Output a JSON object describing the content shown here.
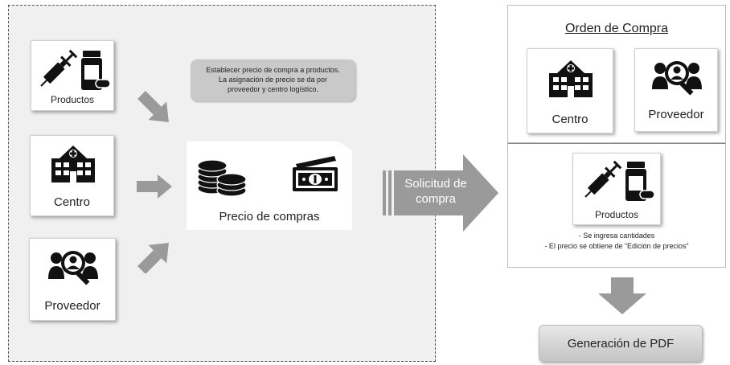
{
  "left": {
    "productos_label": "Productos",
    "centro_label": "Centro",
    "proveedor_label": "Proveedor",
    "note_lines": [
      "Establecer precio de compra a productos.",
      "La asignación de precio se da por",
      "proveedor y centro logístico."
    ],
    "precio_label": "Precio de compras"
  },
  "flow_arrow": {
    "line1": "Solicitud de",
    "line2": "compra"
  },
  "orden": {
    "title": "Orden de Compra",
    "centro_label": "Centro",
    "proveedor_label": "Proveedor",
    "productos_label": "Productos",
    "notes": [
      "-          Se ingresa cantidades",
      "-      El precio se obtiene de “Edición de precios”"
    ]
  },
  "pdf_button": "Generación de PDF",
  "colors": {
    "arrow": "#9a9a9a",
    "panel": "#f0f0f0",
    "note_box": "#c9c9c9"
  },
  "icons": [
    "syringe-icon",
    "pill-bottle-icon",
    "hospital-icon",
    "supplier-search-icon",
    "coins-icon",
    "banknote-icon"
  ]
}
